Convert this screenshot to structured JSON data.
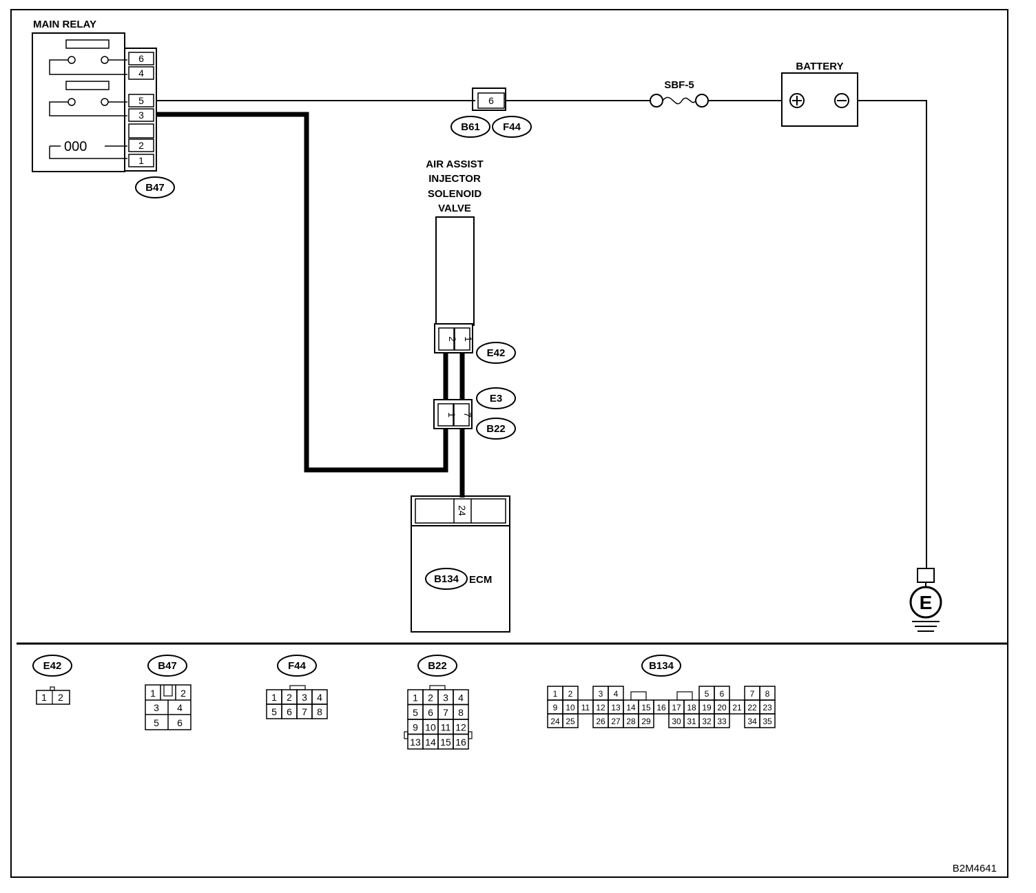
{
  "main_relay": {
    "title": "MAIN RELAY",
    "connector": "B47",
    "pins": [
      "6",
      "4",
      "5",
      "3",
      "2",
      "1"
    ],
    "coil_label": "000"
  },
  "battery": {
    "title": "BATTERY",
    "plus": "⊕",
    "minus": "⊖"
  },
  "fuse": {
    "label": "SBF-5"
  },
  "junction": {
    "pin": "6",
    "connectors": [
      "B61",
      "F44"
    ]
  },
  "solenoid": {
    "title_lines": [
      "AIR ASSIST",
      "INJECTOR",
      "SOLENOID",
      "VALVE"
    ],
    "connector": "E42",
    "pins": [
      "2",
      "1"
    ]
  },
  "intermediate": {
    "connectors": [
      "E3",
      "B22"
    ],
    "pins": [
      "1",
      "7"
    ]
  },
  "ecm": {
    "connector": "B134",
    "label": "ECM",
    "pin": "24"
  },
  "ground": {
    "label": "E"
  },
  "legend": {
    "e42": {
      "name": "E42",
      "pins": [
        "1",
        "2"
      ]
    },
    "b47": {
      "name": "B47",
      "rows": [
        [
          "1",
          "",
          "2"
        ],
        [
          "3",
          "4"
        ],
        [
          "5",
          "6"
        ]
      ]
    },
    "f44": {
      "name": "F44",
      "rows": [
        [
          "1",
          "2",
          "3",
          "4"
        ],
        [
          "5",
          "6",
          "7",
          "8"
        ]
      ]
    },
    "b22": {
      "name": "B22",
      "rows": [
        [
          "1",
          "2",
          "3",
          "4"
        ],
        [
          "5",
          "6",
          "7",
          "8"
        ],
        [
          "9",
          "10",
          "11",
          "12"
        ],
        [
          "13",
          "14",
          "15",
          "16"
        ]
      ]
    },
    "b134": {
      "name": "B134",
      "row1": [
        "1",
        "2",
        "3",
        "4",
        "5",
        "6",
        "7",
        "8"
      ],
      "row2": [
        "9",
        "10",
        "11",
        "12",
        "13",
        "14",
        "15",
        "16",
        "17",
        "18",
        "19",
        "20",
        "21",
        "22",
        "23"
      ],
      "row3": [
        "24",
        "25",
        "26",
        "27",
        "28",
        "29",
        "30",
        "31",
        "32",
        "33",
        "34",
        "35"
      ]
    }
  },
  "figure_id": "B2M4641"
}
